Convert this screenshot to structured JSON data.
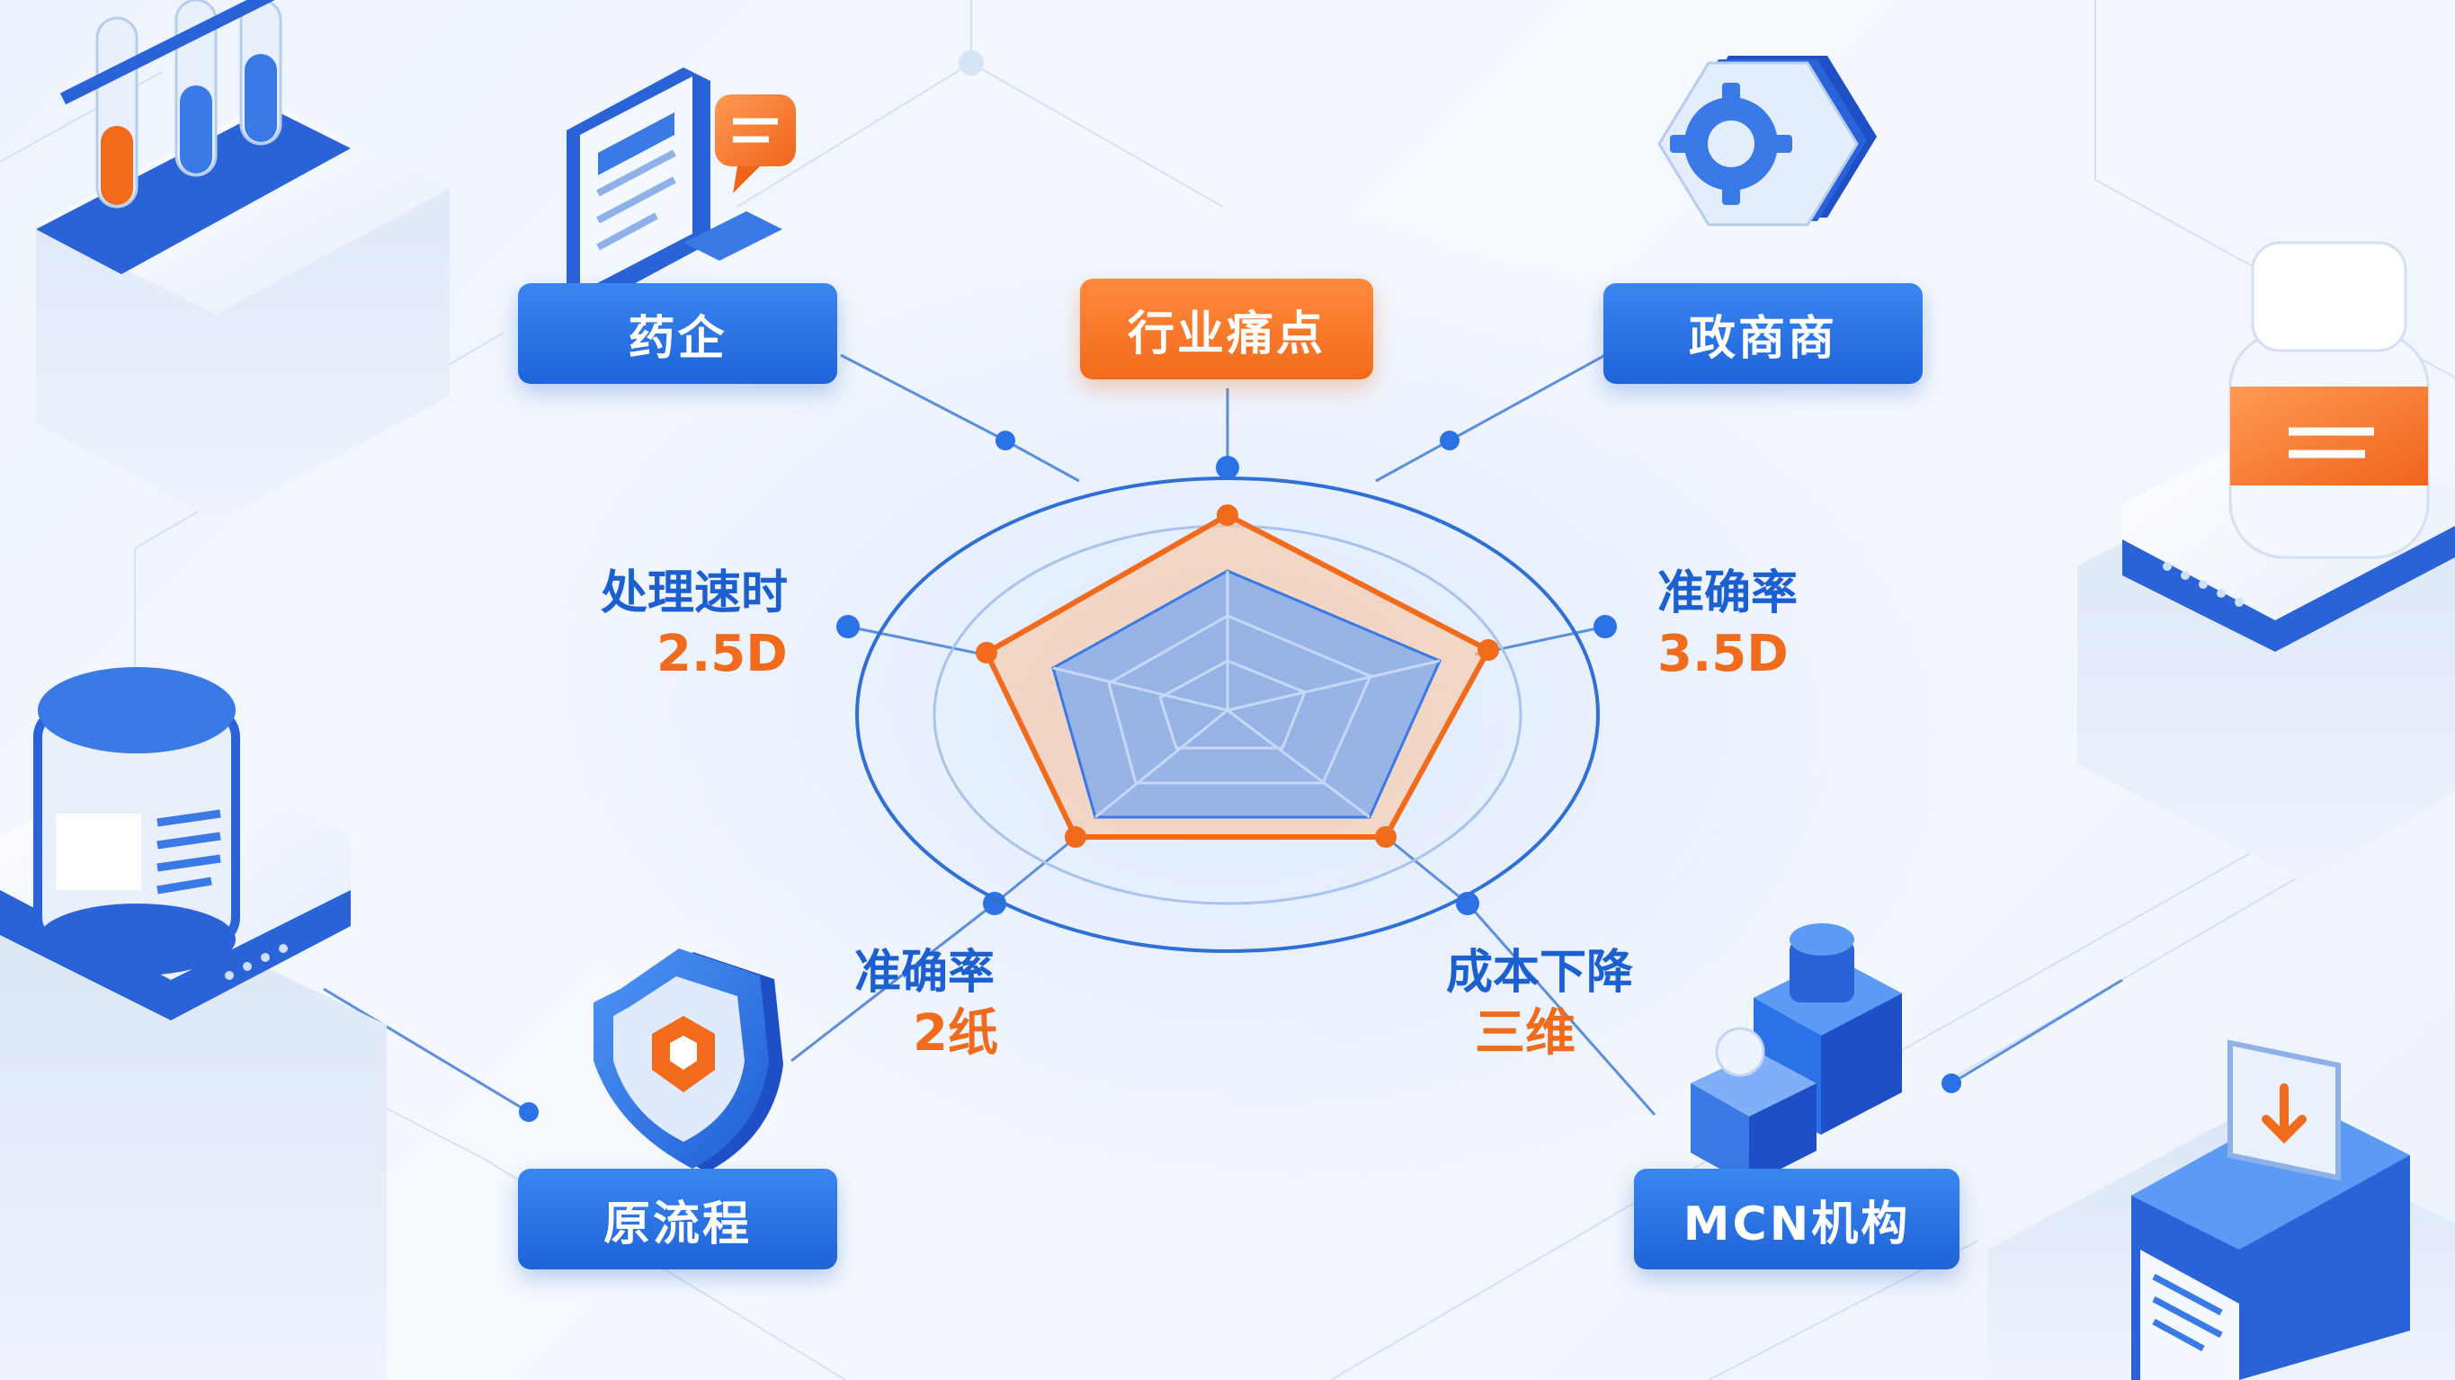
{
  "center_label": "行业痛点",
  "stakeholders": {
    "pharma": "药企",
    "gov_business": "政商商",
    "original_process": "原流程",
    "mcn": "MCN机构"
  },
  "metrics": [
    {
      "title": "处理速时",
      "value": "2.5D"
    },
    {
      "title": "准确率",
      "value": "3.5D"
    },
    {
      "title": "准确率",
      "value": "2纸"
    },
    {
      "title": "成本下降",
      "value": "三维"
    }
  ],
  "colors": {
    "primary_blue": "#2a72e5",
    "accent_orange": "#f26a1b",
    "background": "#f2f6fd"
  }
}
